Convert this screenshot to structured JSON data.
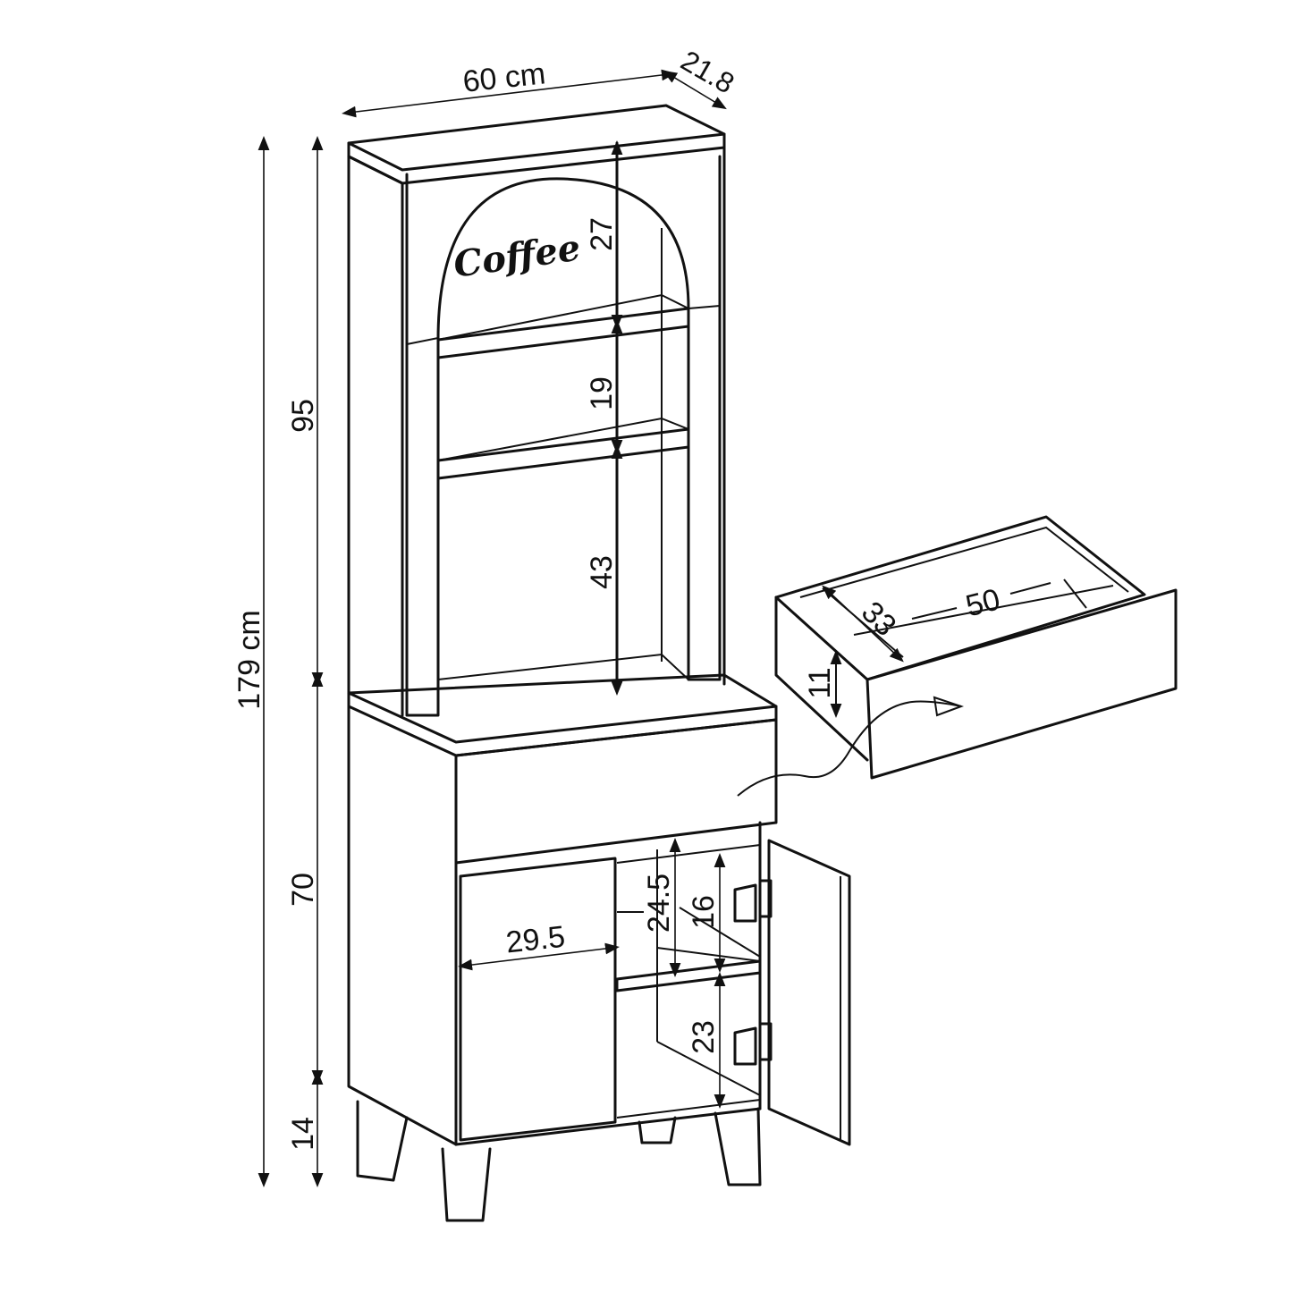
{
  "product_brand_text": "Coffee",
  "dimensions": {
    "width": "60 cm",
    "depth": "21.8",
    "total_height": "179 cm",
    "hutch_height": "95",
    "base_height": "70",
    "leg_height": "14",
    "top_compartment": "27",
    "middle_compartment": "19",
    "lower_open_compartment": "43",
    "drawer_depth": "33",
    "drawer_width": "50",
    "drawer_height": "11",
    "cabinet_upper_height": "24.5",
    "cabinet_shelf_gap": "16",
    "cabinet_lower_height": "23",
    "door_width": "29.5"
  }
}
